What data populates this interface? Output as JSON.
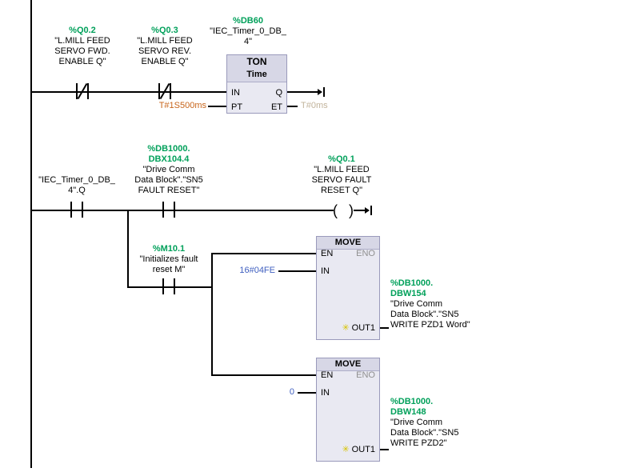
{
  "colors": {
    "operand_green": "#00A05A",
    "time_constant_orange": "#C8651B",
    "numeric_constant_blue": "#4060C0",
    "faded_monitor_value": "#C2B49C",
    "block_fill": "#E9E9F2",
    "block_header": "#D7D7E6",
    "star_yellow": "#D6C300"
  },
  "icons": {
    "star": "✳",
    "coil_open": "(",
    "coil_close": ")"
  },
  "network1": {
    "contact1": {
      "address": "%Q0.2",
      "name_lines": [
        "\"L.MILL FEED",
        "SERVO FWD.",
        "ENABLE Q\""
      ]
    },
    "contact2": {
      "address": "%Q0.3",
      "name_lines": [
        "\"L.MILL FEED",
        "SERVO REV.",
        "ENABLE Q\""
      ]
    },
    "timer_operand": {
      "address": "%DB60",
      "name_lines": [
        "\"IEC_Timer_0_DB_",
        "4\""
      ]
    },
    "ton": {
      "title": "TON",
      "type_label": "Time",
      "pin_in": "IN",
      "pin_q": "Q",
      "pin_pt": "PT",
      "pin_et": "ET",
      "pt_value": "T#1S500ms",
      "et_value": "T#0ms"
    }
  },
  "network2": {
    "contact1": {
      "name_lines": [
        "\"IEC_Timer_0_DB_",
        "4\".Q"
      ]
    },
    "contact2": {
      "address_lines": [
        "%DB1000.",
        "DBX104.4"
      ],
      "name_lines": [
        "\"Drive Comm",
        "Data Block\".\"SN5",
        "FAULT RESET\""
      ]
    },
    "coil": {
      "address": "%Q0.1",
      "name_lines": [
        "\"L.MILL FEED",
        "SERVO FAULT",
        "RESET Q\""
      ]
    },
    "contact3": {
      "address": "%M10.1",
      "name_lines": [
        "\"Initializes fault",
        "reset M\""
      ]
    },
    "move1": {
      "title": "MOVE",
      "pin_en": "EN",
      "pin_eno": "ENO",
      "pin_in": "IN",
      "pin_out": "OUT1",
      "in_value": "16#04FE",
      "operand": {
        "address_lines": [
          "%DB1000.",
          "DBW154"
        ],
        "name_lines": [
          "\"Drive Comm",
          "Data Block\".\"SN5",
          "WRITE PZD1 Word\""
        ]
      }
    },
    "move2": {
      "title": "MOVE",
      "pin_en": "EN",
      "pin_eno": "ENO",
      "pin_in": "IN",
      "pin_out": "OUT1",
      "in_value": "0",
      "operand": {
        "address_lines": [
          "%DB1000.",
          "DBW148"
        ],
        "name_lines": [
          "\"Drive Comm",
          "Data Block\".\"SN5",
          "WRITE PZD2\""
        ]
      }
    }
  }
}
